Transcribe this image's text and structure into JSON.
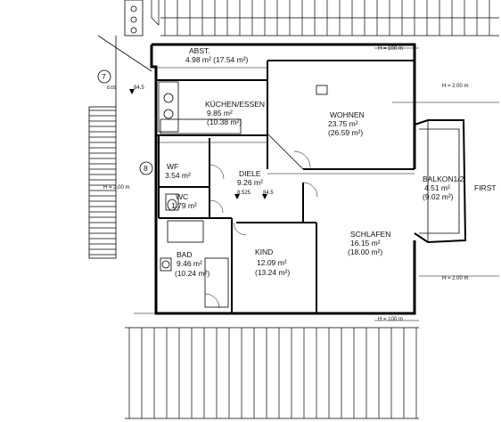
{
  "rooms": {
    "abst": {
      "name": "ABST.",
      "area": "4.98 m²  (17.54 m²)"
    },
    "kueche": {
      "name": "KÜCHEN/ESSEN",
      "area": "9.85 m²",
      "area2": "(10.38 m²)"
    },
    "wohnen": {
      "name": "WOHNEN",
      "area": "23.75 m²",
      "area2": "(26.59 m²)"
    },
    "wf": {
      "name": "WF",
      "area": "3.54 m²"
    },
    "diele": {
      "name": "DIELE",
      "area": "9.26 m²"
    },
    "wc": {
      "name": "WC",
      "area": "1.79 m²"
    },
    "balkon": {
      "name": "BALKON1/2",
      "area": "4.51 m²",
      "area2": "(9.02 m²)"
    },
    "schlafen": {
      "name": "SCHLAFEN",
      "area": "16.15 m²",
      "area2": "(18.00 m²)"
    },
    "kind": {
      "name": "KIND",
      "area": "12.09 m²",
      "area2": "(13.24 m²)"
    },
    "bad": {
      "name": "BAD",
      "area": "9.46 m²",
      "area2": "(10.24 m²)"
    }
  },
  "annotations": {
    "h_top": "H = 100 m",
    "h_right_top": "H = 2.00 m",
    "h_right_bottom": "H = 2.00 m",
    "h_bottom": "H = 100 m",
    "h_left": "H = 2.00 m",
    "first": "FIRST",
    "circle_7": "7",
    "circle_8": "8",
    "level_diele": "8.525",
    "level_diele2": "84.5",
    "level_stair": "84.5",
    "level_stair_left": "8.65"
  }
}
